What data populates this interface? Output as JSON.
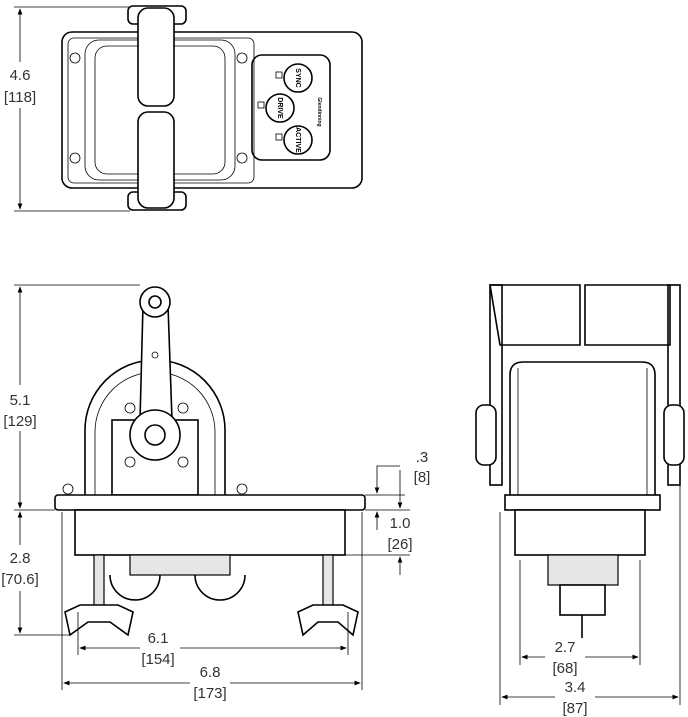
{
  "top_view": {
    "buttons": [
      "SYNC",
      "DRIVE",
      "ACTIVE"
    ],
    "logo": "Glendinning",
    "height_in": "4.6",
    "height_mm": "[118]"
  },
  "front_view": {
    "height_in": "5.1",
    "height_mm": "[129]",
    "lower_in": "2.8",
    "lower_mm": "[70.6]",
    "plate_in": ".3",
    "plate_mm": "[8]",
    "body_in": "1.0",
    "body_mm": "[26]",
    "bolt_span_in": "6.1",
    "bolt_span_mm": "[154]",
    "width_in": "6.8",
    "width_mm": "[173]"
  },
  "side_view": {
    "inner_in": "2.7",
    "inner_mm": "[68]",
    "width_in": "3.4",
    "width_mm": "[87]"
  }
}
